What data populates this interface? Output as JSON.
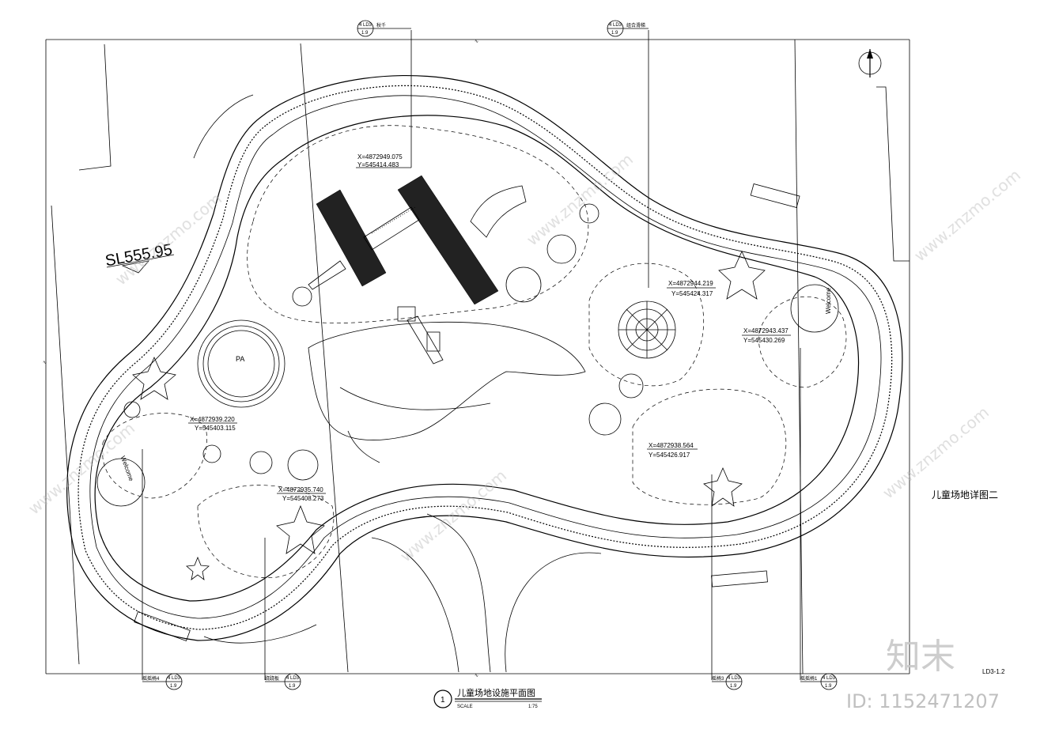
{
  "drawing": {
    "elevation_label": "SL555.95",
    "side_title": "儿童场地详图二",
    "sheet_ref": "LD3-1.2",
    "pa_label": "PA",
    "welcome_left": "Welcome",
    "welcome_right": "Welcome",
    "title_block": {
      "number": "1",
      "title": "儿童场地设施平面图",
      "scale_label": "SCALE",
      "scale_value": "1:75"
    },
    "coordinates": [
      {
        "x": "X=4872949.075",
        "y": "Y=545414.483"
      },
      {
        "x": "X=4872944.219",
        "y": "Y=545424.317"
      },
      {
        "x": "X=4872943.437",
        "y": "Y=545430.269"
      },
      {
        "x": "X=4872939.220",
        "y": "Y=545403.115"
      },
      {
        "x": "X=4872938.564",
        "y": "Y=545426.917"
      },
      {
        "x": "X=4872935.740",
        "y": "Y=545408.273"
      }
    ],
    "callouts_top": [
      {
        "num": "4",
        "sheet": "LD3",
        "page": "1.9",
        "text": "秋千"
      },
      {
        "num": "4",
        "sheet": "LD3",
        "page": "1.9",
        "text": "组合滑梯"
      }
    ],
    "callouts_bottom": [
      {
        "num": "4",
        "sheet": "LD3",
        "page": "1.9",
        "text": "摇摇椅4"
      },
      {
        "num": "4",
        "sheet": "LD3",
        "page": "1.9",
        "text": "跷跷板"
      },
      {
        "num": "4",
        "sheet": "LD3",
        "page": "1.9",
        "text": "摇椅3"
      },
      {
        "num": "4",
        "sheet": "LD3",
        "page": "1.9",
        "text": "摇摇椅1"
      }
    ],
    "watermark": {
      "brand": "知末",
      "id_text": "ID: 1152471207",
      "url": "www.znzmo.com"
    }
  }
}
